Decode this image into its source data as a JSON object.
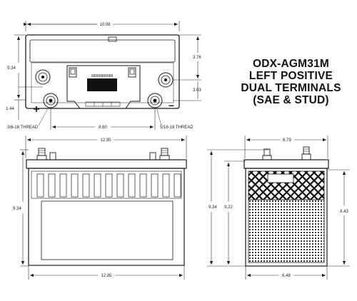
{
  "title_lines": [
    "ODX-AGM31M",
    "LEFT POSITIVE",
    "DUAL TERMINALS",
    "(SAE & STUD)"
  ],
  "top_view": {
    "width_dim": "10.08",
    "height_dim": "5.34",
    "right_upper_dim": "3.76",
    "right_lower_dim": "3.03",
    "left_lower_dim": "1.44",
    "center_dim": "8.60",
    "left_thread": "3/8-16 THREAD",
    "right_thread": "5/16-18 THREAD",
    "plus_sign": "+",
    "minus_sign": "−",
    "label_code": "08888888888"
  },
  "front_view": {
    "top_width_dim": "12.95",
    "bottom_width_dim": "12.85",
    "height_dim": "9.34"
  },
  "side_view": {
    "top_width_dim": "6.79",
    "bottom_width_dim": "6.48",
    "left_height_dim": "9.34",
    "inner_height_dim": "9.22",
    "right_height_dim": "8.43"
  },
  "colors": {
    "ink": "#1a1a1a",
    "label_fill": "#111111"
  }
}
